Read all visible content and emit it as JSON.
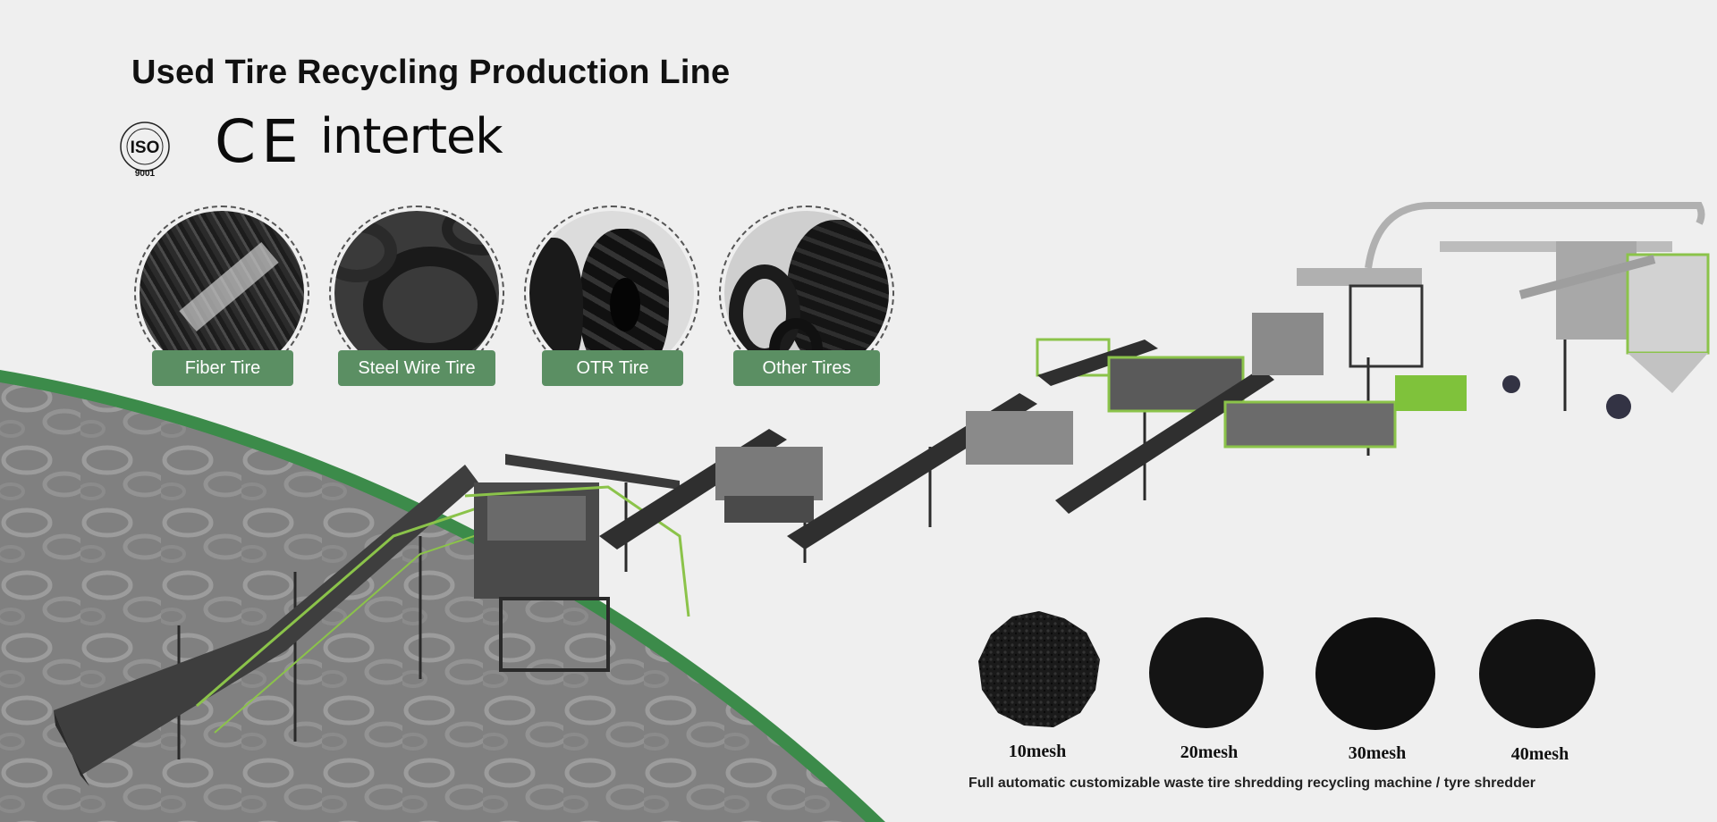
{
  "title": "Used Tire Recycling Production Line",
  "certifications": {
    "iso_number": "9001",
    "ce": "CE",
    "intertek": "intertek"
  },
  "tire_types": [
    {
      "label": "Fiber Tire",
      "icon": "fiber-tire-photo"
    },
    {
      "label": "Steel Wire Tire",
      "icon": "steel-wire-tire-photo"
    },
    {
      "label": "OTR Tire",
      "icon": "otr-tire-photo"
    },
    {
      "label": "Other Tires",
      "icon": "other-tires-photo"
    }
  ],
  "mesh_sizes": [
    {
      "label": "10mesh"
    },
    {
      "label": "20mesh"
    },
    {
      "label": "30mesh"
    },
    {
      "label": "40mesh"
    }
  ],
  "caption": "Full automatic customizable waste tire shredding recycling machine / tyre shredder",
  "colors": {
    "background": "#efefef",
    "accent_green": "#5b8f63",
    "machine_green": "#8bc34a",
    "curve_green": "#3c8b4a"
  }
}
